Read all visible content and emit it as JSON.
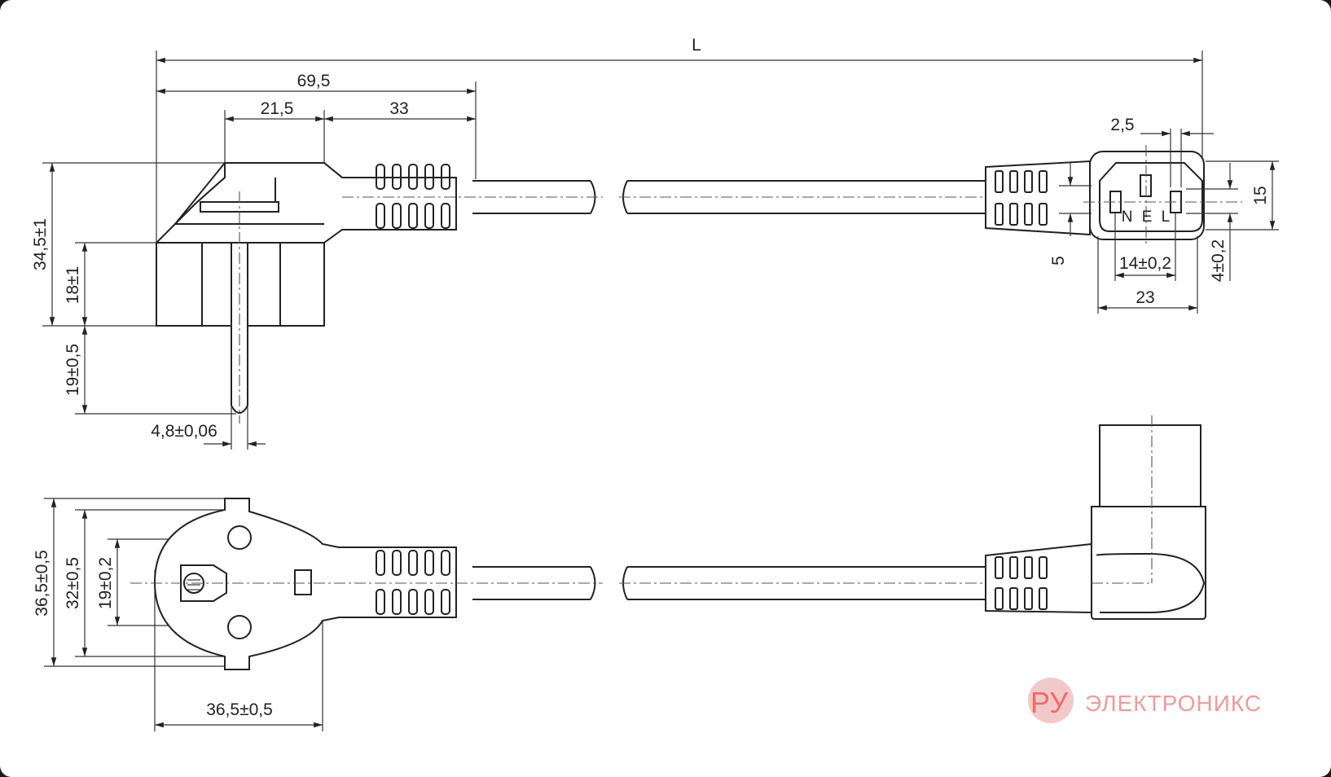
{
  "drawing": {
    "dimensions": {
      "overall_length": "L",
      "plug_length": "69,5",
      "plug_head": "21,5",
      "plug_grip": "33",
      "plug_height": "34,5±1",
      "plug_body": "18±1",
      "pin_length": "19±0,5",
      "pin_diameter": "4,8±0,06",
      "connector_top": "2,5",
      "connector_height": "15",
      "connector_offset": "5",
      "contact_spacing": "14±0,2",
      "contact_offset": "4±0,2",
      "connector_width": "23",
      "face_outer": "36,5±0,5",
      "face_mid": "32±0,5",
      "face_inner": "19±0,2",
      "face_width": "36,5±0,5"
    },
    "pin_labels": "N E L"
  },
  "watermark": {
    "badge": "РУ",
    "text": "ЭЛЕКТРОНИКС"
  }
}
